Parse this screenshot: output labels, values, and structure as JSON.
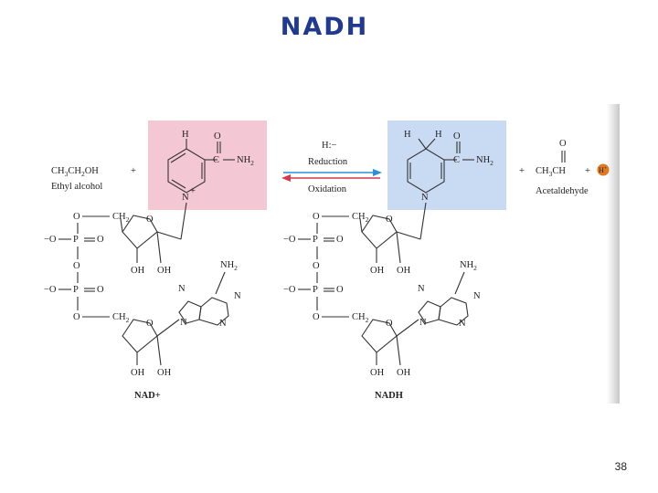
{
  "title": "NADH",
  "page_number": "38",
  "reaction": {
    "reactant_formula": "CH3CH2OH",
    "reactant_name": "Ethyl alcohol",
    "plus": "+",
    "hydride": "H:−",
    "forward_label": "Reduction",
    "reverse_label": "Oxidation",
    "product_formula": "CH3CH",
    "product_name": "Acetaldehyde",
    "proton": "H+"
  },
  "structures": {
    "left_caption": "NAD+",
    "right_caption": "NADH"
  },
  "colors": {
    "oxidized_highlight": "#f3c7d4",
    "reduced_highlight": "#c9dbf3",
    "title": "#1f3a8f",
    "arrow_forward": "#2a8fd6",
    "arrow_reverse": "#d63a4a",
    "proton_badge": "#e07a1f"
  }
}
